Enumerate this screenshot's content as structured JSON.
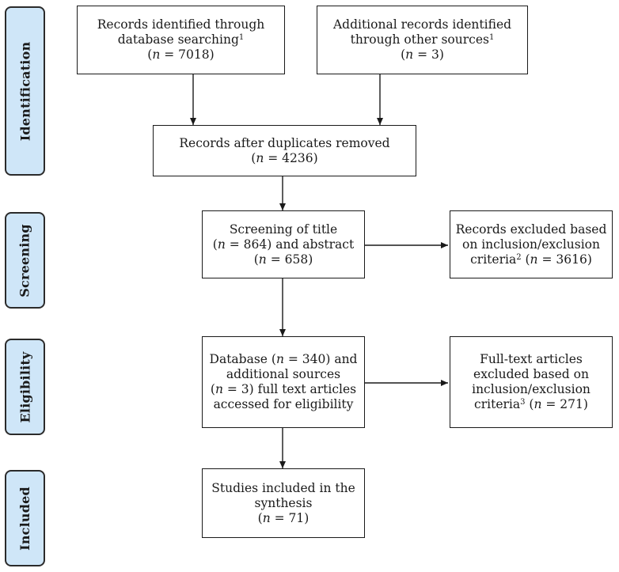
{
  "phases": {
    "identification": "Identification",
    "screening": "Screening",
    "eligibility": "Eligibility",
    "included": "Included"
  },
  "boxes": {
    "database": {
      "line1": "Records identified through",
      "line2": "database searching",
      "sup": "1",
      "n_prefix": "(",
      "n_var": "n",
      "n_suffix": " = 7018)"
    },
    "other_sources": {
      "line1": "Additional records identified",
      "line2": "through other sources",
      "sup": "1",
      "n_prefix": "(",
      "n_var": "n",
      "n_suffix": " = 3)"
    },
    "duplicates_removed": {
      "line1": "Records after duplicates removed",
      "n_prefix": "(",
      "n_var": "n",
      "n_suffix": " = 4236)"
    },
    "screening": {
      "line1": "Screening of title",
      "line2_prefix": "(",
      "line2_var": "n",
      "line2_suffix": " = 864) and abstract",
      "n_prefix": "(",
      "n_var": "n",
      "n_suffix": " = 658)"
    },
    "records_excluded": {
      "line1": "Records excluded based",
      "line2": "on inclusion/exclusion",
      "line3_prefix": "criteria",
      "sup": "2",
      "line3_mid": " (",
      "line3_var": "n",
      "line3_suffix": " = 3616)"
    },
    "eligibility": {
      "line1_prefix": "Database (",
      "line1_var": "n",
      "line1_suffix": " = 340) and",
      "line2": "additional sources",
      "line3_prefix": "(",
      "line3_var": "n",
      "line3_suffix": " = 3) full text articles",
      "line4": "accessed for eligibility"
    },
    "fulltext_excluded": {
      "line1": "Full-text articles",
      "line2": "excluded based on",
      "line3": "inclusion/exclusion",
      "line4_prefix": "criteria",
      "sup": "3",
      "line4_mid": " (",
      "line4_var": "n",
      "line4_suffix": " = 271)"
    },
    "included": {
      "line1": "Studies included in the",
      "line2": "synthesis",
      "n_prefix": "(",
      "n_var": "n",
      "n_suffix": " = 71)"
    }
  },
  "colors": {
    "phase_fill": "#cfe6f8",
    "line": "#1a1a1a"
  }
}
